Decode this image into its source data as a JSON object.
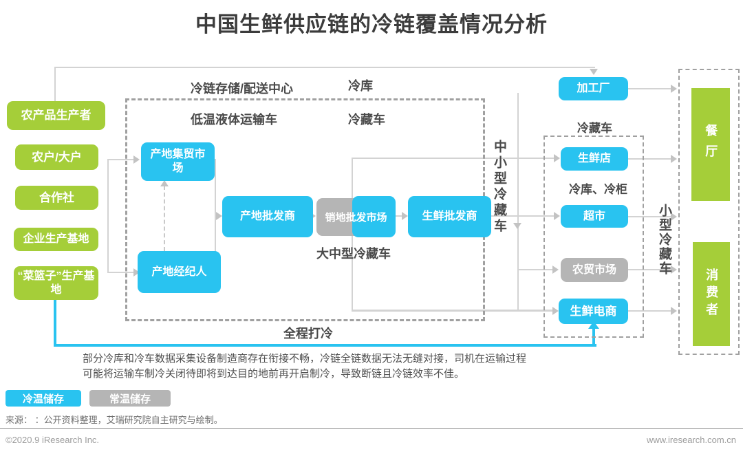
{
  "title": "中国生鲜供应链的冷链覆盖情况分析",
  "colors": {
    "green": "#a5ce39",
    "blue": "#29c3f0",
    "grey": "#b5b5b5"
  },
  "producers": {
    "items": [
      {
        "label": "农产品生产者"
      },
      {
        "label": "农户/大户"
      },
      {
        "label": "合作社"
      },
      {
        "label": "企业生产基地"
      },
      {
        "label": "“菜篮子”生产基地"
      }
    ]
  },
  "midchain": {
    "origin_market": "产地集贸市场",
    "origin_broker": "产地经纪人",
    "origin_wholesaler": "产地批发商",
    "dest_wholesale_market": "销地批发市场",
    "fresh_wholesaler": "生鲜批发商"
  },
  "retail": {
    "processing_plant": "加工厂",
    "fresh_store": "生鲜店",
    "supermarket": "超市",
    "farmers_market": "农贸市场",
    "fresh_ecommerce": "生鲜电商"
  },
  "consumers": {
    "restaurant": "餐厅",
    "consumer": "消费者"
  },
  "labels": {
    "cold_chain_center": "冷链存储/配送中心",
    "cold_storage": "冷库",
    "low_temp_liquid_truck": "低温液体运输车",
    "reefer_truck_top": "冷藏车",
    "large_mid_reefer": "大中型冷藏车",
    "mid_small_reefer": "中小型冷藏车",
    "reefer_truck_right": "冷藏车",
    "cold_storage_cabinet": "冷库、冷柜",
    "small_reefer": "小型冷藏车",
    "full_cold": "全程打冷"
  },
  "note": {
    "line1": "部分冷库和冷车数据采集设备制造商存在衔接不畅，冷链全链数据无法无缝对接，司机在运输过程",
    "line2": "可能将运输车制冷关闭待即将到达目的地前再开启制冷，导致断链且冷链效率不佳。"
  },
  "legend": {
    "cold": "冷温储存",
    "normal": "常温储存"
  },
  "footer": {
    "source": "来源： ：公开资料整理，艾瑞研究院自主研究与绘制。",
    "copyright": "©2020.9 iResearch Inc.",
    "website": "www.iresearch.com.cn"
  }
}
